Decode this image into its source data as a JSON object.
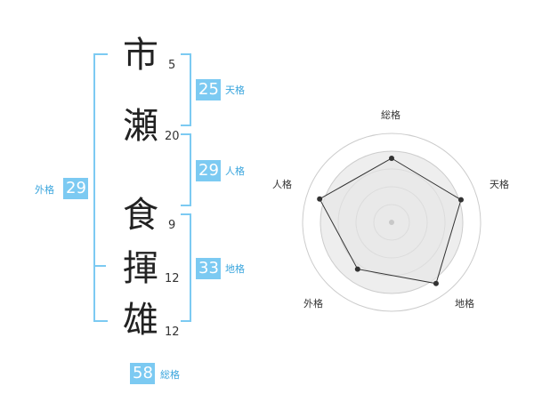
{
  "name": {
    "characters": [
      {
        "char": "市",
        "strokes": "5"
      },
      {
        "char": "瀬",
        "strokes": "20"
      },
      {
        "char": "食",
        "strokes": "9"
      },
      {
        "char": "揮",
        "strokes": "12"
      },
      {
        "char": "雄",
        "strokes": "12"
      }
    ]
  },
  "fortune": {
    "tenkaku": {
      "value": "25",
      "label": "天格"
    },
    "jinkaku": {
      "value": "29",
      "label": "人格"
    },
    "chikaku": {
      "value": "33",
      "label": "地格"
    },
    "gaikaku": {
      "value": "29",
      "label": "外格"
    },
    "soukaku": {
      "value": "58",
      "label": "総格"
    }
  },
  "radar": {
    "axes": [
      "総格",
      "天格",
      "地格",
      "外格",
      "人格"
    ],
    "values": [
      0.72,
      0.82,
      0.85,
      0.65,
      0.85
    ],
    "max": 1,
    "colors": {
      "fill": "#eeeeee",
      "ring": "#cccccc",
      "line": "#333333",
      "point": "#333333"
    }
  },
  "colors": {
    "accent": "#7ccaf2",
    "label": "#3aa5dd"
  }
}
